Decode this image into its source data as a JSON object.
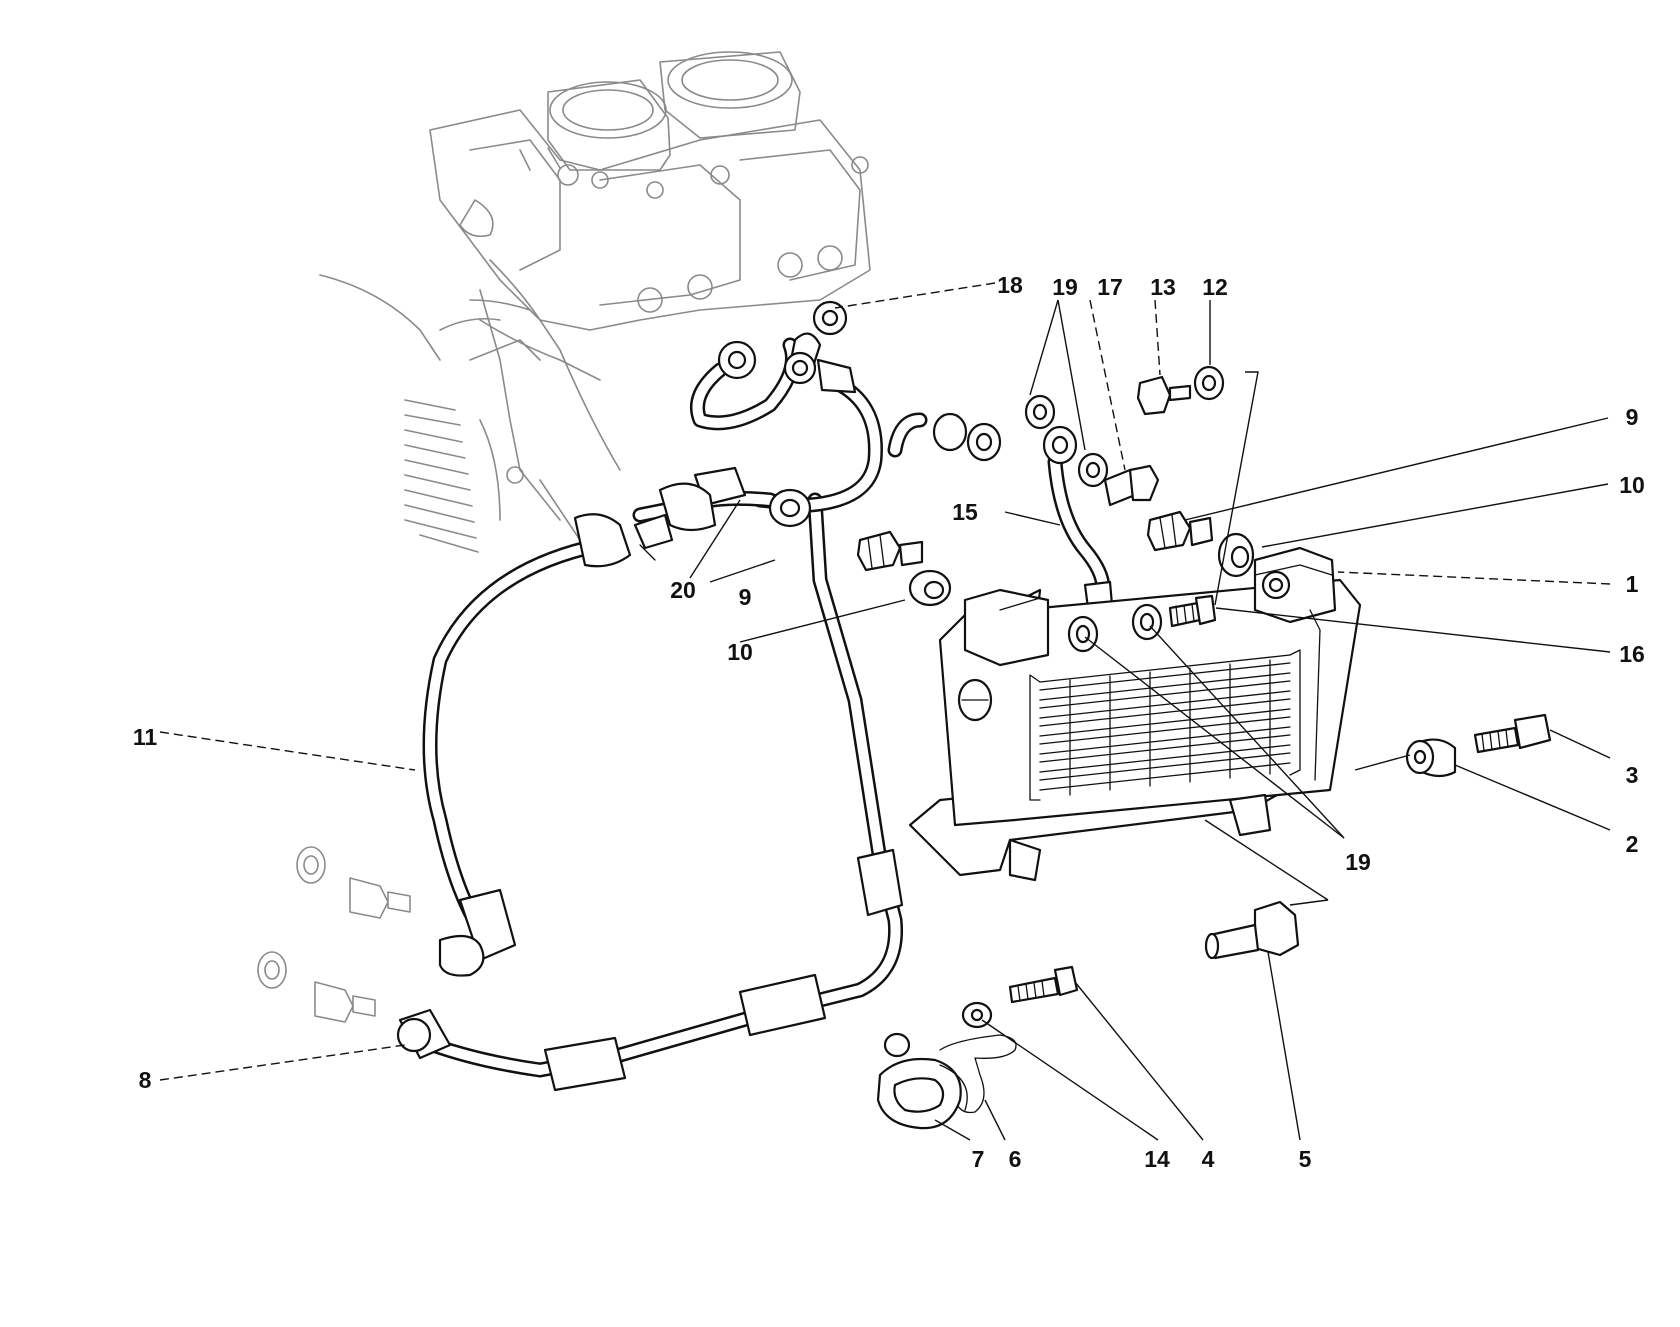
{
  "callouts": {
    "c1": "1",
    "c2": "2",
    "c3": "3",
    "c4": "4",
    "c5": "5",
    "c6": "6",
    "c7": "7",
    "c8": "8",
    "c9a": "9",
    "c9b": "9",
    "c10a": "10",
    "c10b": "10",
    "c11": "11",
    "c12": "12",
    "c13": "13",
    "c14": "14",
    "c15": "15",
    "c16": "16",
    "c17": "17",
    "c18": "18",
    "c19a": "19",
    "c19b": "19",
    "c20": "20"
  },
  "colors": {
    "line": "#111111",
    "background": "#ffffff",
    "engine_outline": "#8a8a8a"
  }
}
